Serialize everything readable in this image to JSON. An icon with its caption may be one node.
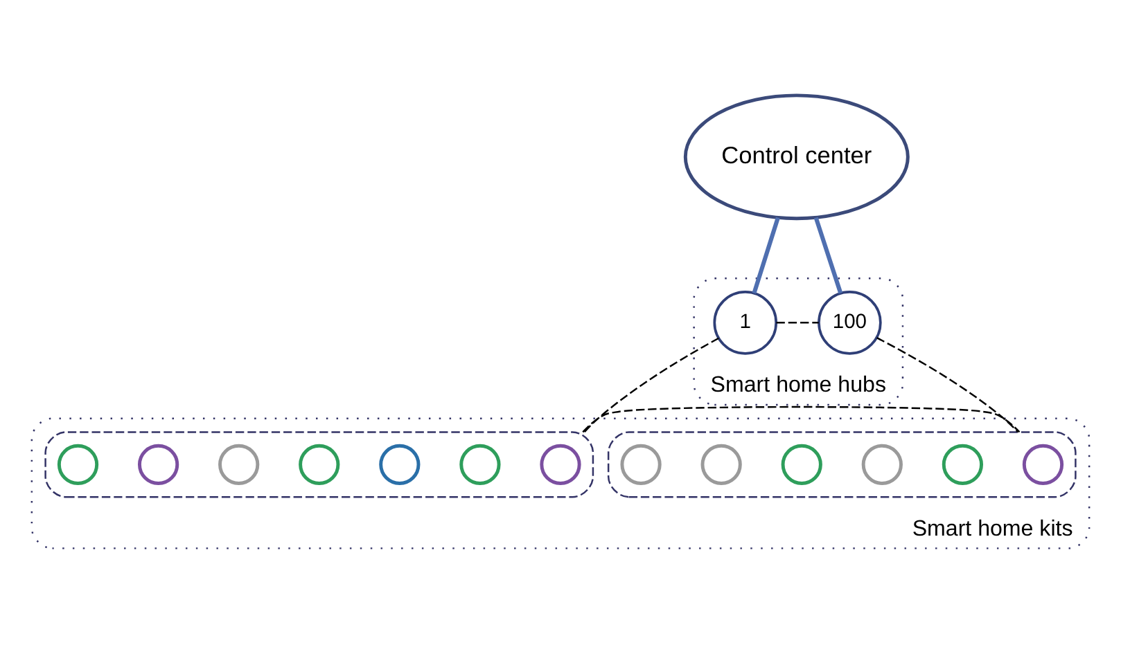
{
  "diagram": {
    "nodes": [
      {
        "text": [
          "Control center"
        ]
      },
      {
        "text": [
          "Smart home hubs"
        ]
      },
      {
        "text": [
          "1"
        ],
        "in": 1
      },
      {
        "text": [
          "100"
        ],
        "in": 1
      },
      {
        "text": [
          "Smart home kits"
        ]
      },
      {
        "text": [],
        "shape": "ellipse",
        "in": 4
      },
      {
        "text": [],
        "shape": "ellipse",
        "in": 4
      },
      {
        "text": [],
        "shape": "circle",
        "in": 5
      },
      {
        "text": [],
        "shape": "circle",
        "in": 5
      },
      {
        "text": [],
        "shape": "circle",
        "in": 5
      },
      {
        "text": [],
        "shape": "circle",
        "in": 5
      },
      {
        "text": [],
        "shape": "circle",
        "in": 5
      },
      {
        "text": [],
        "shape": "circle",
        "in": 5
      },
      {
        "text": [],
        "shape": "circle",
        "in": 5
      },
      {
        "text": [],
        "shape": "circle",
        "in": 6
      },
      {
        "text": [],
        "shape": "circle",
        "in": 6
      },
      {
        "text": [],
        "shape": "circle",
        "in": 6
      },
      {
        "text": [],
        "shape": "circle",
        "in": 6
      },
      {
        "text": [],
        "shape": "circle",
        "in": 6
      },
      {
        "text": [],
        "shape": "circle",
        "in": 6
      }
    ],
    "edges": [
      {
        "from": 0,
        "to": 2,
        "arrow": "none",
        "style": "thick",
        "color": "#4f6fb0"
      },
      {
        "from": 0,
        "to": 3,
        "arrow": "none",
        "style": "thick",
        "color": "#4f6fb0"
      },
      {
        "from": 2,
        "to": 3,
        "arrow": "none",
        "style": "dashed"
      },
      {
        "from": 2,
        "to": 5,
        "arrow": "none",
        "style": "dashed"
      },
      {
        "from": 3,
        "to": 6,
        "arrow": "none",
        "style": "dashed"
      },
      {
        "from": 5,
        "to": 6,
        "arrow": "none",
        "style": "dashed"
      }
    ]
  }
}
